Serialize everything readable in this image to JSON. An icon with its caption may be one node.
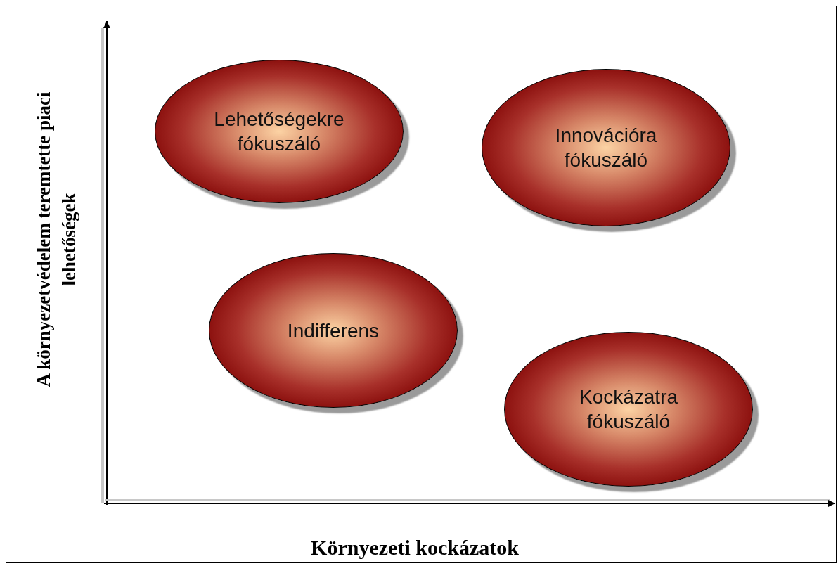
{
  "diagram": {
    "nodes": [
      {
        "text": [
          "Lehetőségekre fókuszáló"
        ]
      },
      {
        "text": [
          "Innovációra fókuszáló"
        ]
      },
      {
        "text": [
          "Indifferens"
        ]
      },
      {
        "text": [
          "Kockázatra fókuszáló"
        ]
      }
    ],
    "labels": [
      "A környezetvédelem teremtette piaci lehetőségek",
      "Környezeti kockázatok"
    ]
  }
}
